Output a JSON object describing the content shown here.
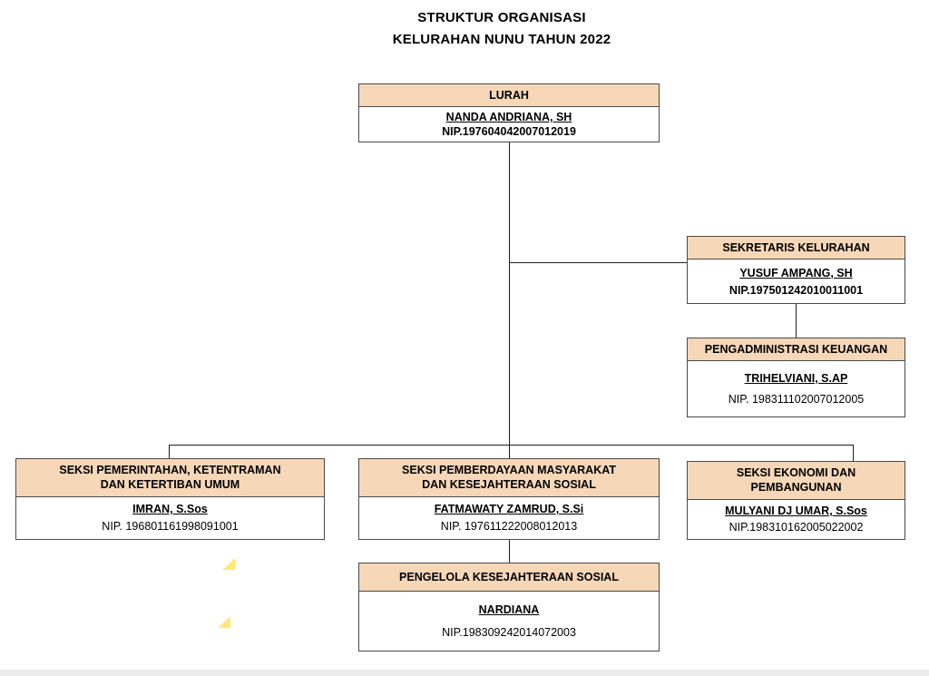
{
  "title": {
    "line1": "STRUKTUR ORGANISASI",
    "line2": "KELURAHAN NUNU TAHUN 2022"
  },
  "colors": {
    "header_bg": "#f6d7b8",
    "box_border": "#4a4a4a",
    "connector_line": "#1f1f1f",
    "fold_triangle": "#ffe87c",
    "background": "#ffffff"
  },
  "nodes": {
    "lurah": {
      "title": "LURAH",
      "name": "NANDA ANDRIANA, SH",
      "nip": "NIP.197604042007012019"
    },
    "sekretaris": {
      "title": "SEKRETARIS KELURAHAN",
      "name": "YUSUF AMPANG, SH",
      "nip": "NIP.197501242010011001"
    },
    "pengadministrasi": {
      "title": "PENGADMINISTRASI KEUANGAN",
      "name": "TRIHELVIANI, S.AP",
      "nip": "NIP. 198311102007012005"
    },
    "seksi_pemerintahan": {
      "title": "SEKSI PEMERINTAHAN, KETENTRAMAN\nDAN KETERTIBAN UMUM",
      "name": "IMRAN, S.Sos",
      "nip": "NIP. 196801161998091001"
    },
    "seksi_pemberdayaan": {
      "title": "SEKSI PEMBERDAYAAN MASYARAKAT\nDAN KESEJAHTERAAN SOSIAL",
      "name": "FATMAWATY ZAMRUD, S.Si",
      "nip": "NIP. 197611222008012013"
    },
    "seksi_ekonomi": {
      "title": "SEKSI EKONOMI DAN PEMBANGUNAN",
      "name": "MULYANI DJ UMAR, S.Sos",
      "nip": "NIP.198310162005022002"
    },
    "pengelola": {
      "title": "PENGELOLA KESEJAHTERAAN SOSIAL",
      "name": "NARDIANA",
      "nip": "NIP.198309242014072003"
    }
  }
}
